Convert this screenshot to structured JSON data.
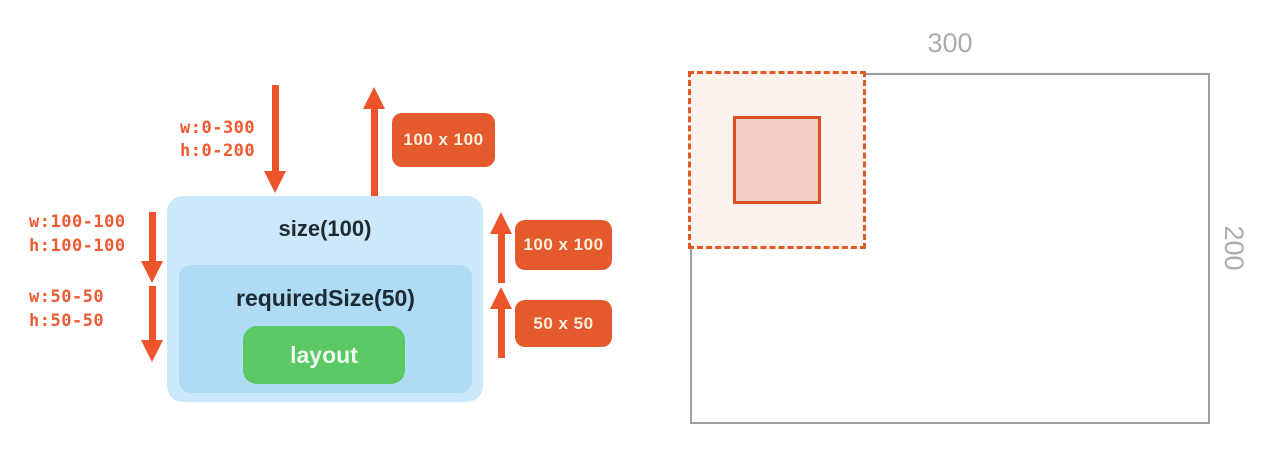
{
  "colors": {
    "arrow_orange": "#EE5429",
    "constraint_text_orange": "#F05A31",
    "badge_orange": "#E45A2D",
    "badge_text_cream": "#F8EEDC",
    "outer_box_blue": "#CBE9FA",
    "inner_box_blue": "#AFDCF4",
    "layout_green": "#5AC863",
    "dark_text": "#1E2A33",
    "gray_border": "#9E9E9E",
    "gray_label": "#ACACAC",
    "dashed_region_border": "#E4572B",
    "dashed_region_fill": "#FCF3ED",
    "placed_square_border": "#DC5026",
    "placed_square_fill": "#F4CEC3"
  },
  "left_diagram": {
    "parent_constraints": {
      "line1": "w:0-300",
      "line2": "h:0-200"
    },
    "top_result_badge": "100 x 100",
    "size_box_label": "size(100)",
    "size_constraints": {
      "line1": "w:100-100",
      "line2": "h:100-100"
    },
    "size_result_badge": "100 x 100",
    "required_size_box_label": "requiredSize(50)",
    "required_size_constraints": {
      "line1": "w:50-50",
      "line2": "h:50-50"
    },
    "required_size_result_badge": "50 x 50",
    "layout_node_label": "layout"
  },
  "right_diagram": {
    "container_width_label": "300",
    "container_height_label": "200"
  }
}
